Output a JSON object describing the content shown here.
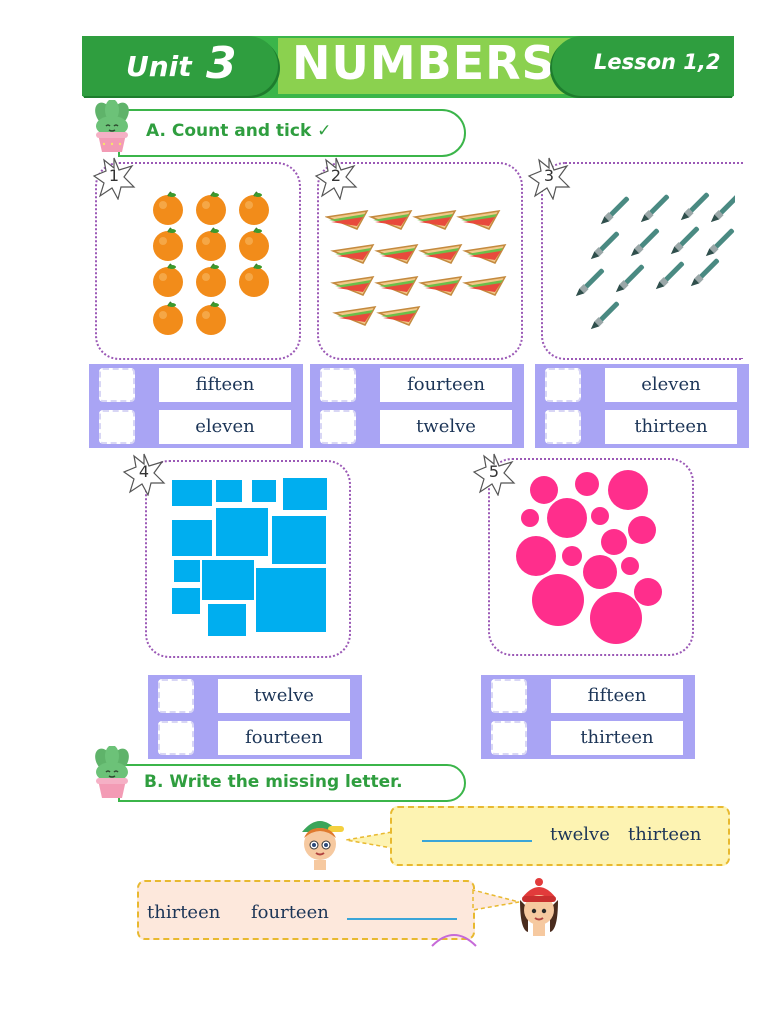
{
  "header": {
    "unit_word": "Unit",
    "unit_number": "3",
    "title": "NUMBERS",
    "lesson": "Lesson 1,2"
  },
  "section_a": {
    "title": "A. Count and tick ✓"
  },
  "section_b": {
    "title": "B. Write the missing letter."
  },
  "exercises": [
    {
      "number": "1",
      "picture": "oranges",
      "count": 11,
      "options": [
        "fifteen",
        "eleven"
      ]
    },
    {
      "number": "2",
      "picture": "sandwiches",
      "count": 14,
      "options": [
        "fourteen",
        "twelve"
      ]
    },
    {
      "number": "3",
      "picture": "paintbrushes",
      "count": 13,
      "options": [
        "eleven",
        "thirteen"
      ]
    },
    {
      "number": "4",
      "picture": "blue squares",
      "count": 12,
      "options": [
        "twelve",
        "fourteen"
      ]
    },
    {
      "number": "5",
      "picture": "pink circles",
      "count": 15,
      "options": [
        "fifteen",
        "thirteen"
      ]
    }
  ],
  "bubbles": {
    "boy": {
      "words": [
        "twelve",
        "thirteen"
      ]
    },
    "girl": {
      "words": [
        "thirteen",
        "fourteen"
      ]
    }
  },
  "colors": {
    "green_dark": "#2f9e3f",
    "green_light": "#8bd14f",
    "answer_bg": "#a9a4f4",
    "orange": "#f28c1a",
    "blue_square": "#00aeef",
    "pink_circle": "#ff2e8c",
    "brush": "#4a8a82"
  }
}
